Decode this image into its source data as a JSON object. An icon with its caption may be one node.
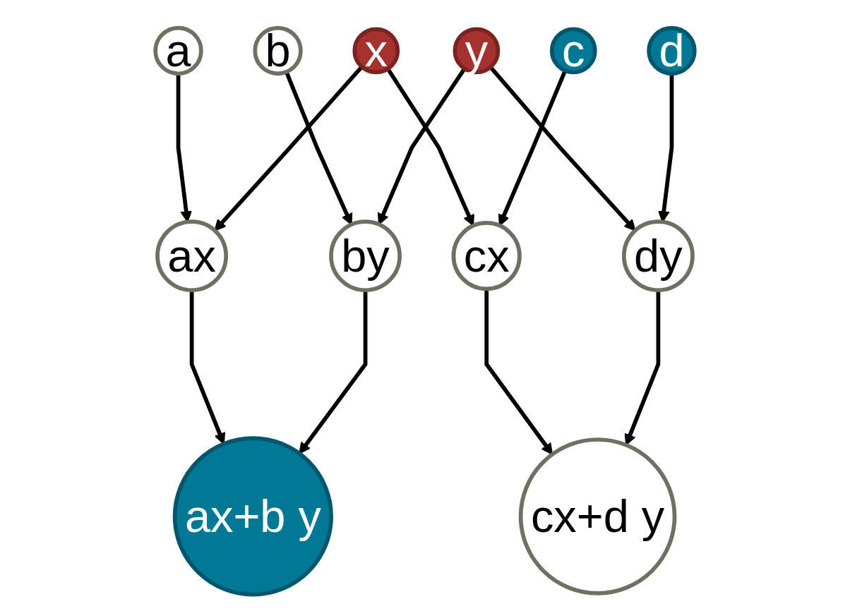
{
  "diagram": {
    "nodes": [
      {
        "text": [
          "a"
        ]
      },
      {
        "text": [
          "x"
        ]
      },
      {
        "text": [
          "c"
        ]
      },
      {
        "text": [
          "b"
        ]
      },
      {
        "text": [
          "y"
        ]
      },
      {
        "text": [
          "d"
        ]
      },
      {
        "text": [
          "ax"
        ]
      },
      {
        "text": [
          "cx"
        ]
      },
      {
        "text": [
          "by"
        ]
      },
      {
        "text": [
          "dy"
        ]
      },
      {
        "text": [
          "ax+b y"
        ]
      },
      {
        "text": [
          "cx+d y"
        ]
      }
    ],
    "edges": [
      {
        "from": 0,
        "to": 6,
        "arrow": "to"
      },
      {
        "from": 1,
        "to": 6,
        "arrow": "to"
      },
      {
        "from": 1,
        "to": 7,
        "arrow": "to"
      },
      {
        "from": 2,
        "to": 7,
        "arrow": "to"
      },
      {
        "from": 3,
        "to": 8,
        "arrow": "to"
      },
      {
        "from": 4,
        "to": 8,
        "arrow": "to"
      },
      {
        "from": 4,
        "to": 9,
        "arrow": "to"
      },
      {
        "from": 5,
        "to": 9,
        "arrow": "to"
      },
      {
        "from": 6,
        "to": 10,
        "arrow": "to"
      },
      {
        "from": 8,
        "to": 10,
        "arrow": "to"
      },
      {
        "from": 7,
        "to": 11,
        "arrow": "to"
      },
      {
        "from": 9,
        "to": 11,
        "arrow": "to"
      }
    ]
  }
}
